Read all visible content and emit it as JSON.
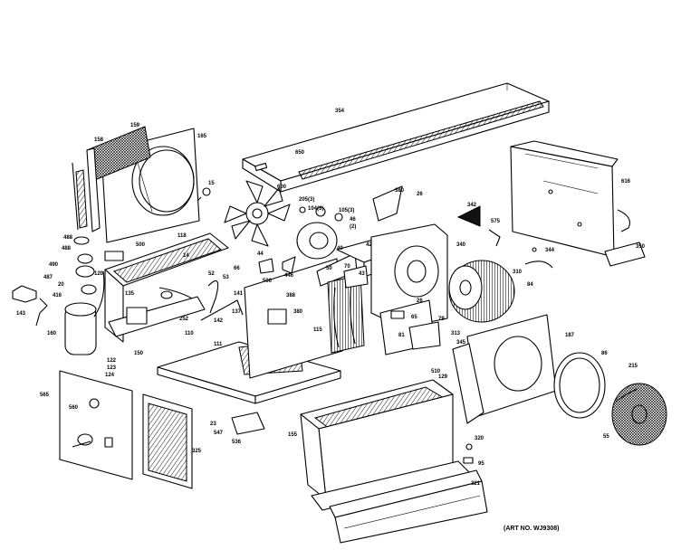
{
  "diagram": {
    "art_number": "(ART NO. WJ9308)",
    "labels": [
      {
        "id": "top-cover",
        "text": "354"
      },
      {
        "id": "top-cover-b",
        "text": "650"
      },
      {
        "id": "mesh-a",
        "text": "159"
      },
      {
        "id": "mesh-b",
        "text": "158"
      },
      {
        "id": "shroud",
        "text": "165"
      },
      {
        "id": "side-panel",
        "text": "616"
      },
      {
        "id": "screw-a",
        "text": "15"
      },
      {
        "id": "fan-blade",
        "text": "600"
      },
      {
        "id": "parts-a",
        "text": "205(3)"
      },
      {
        "id": "parts-b",
        "text": "104(3)"
      },
      {
        "id": "parts-c",
        "text": "105(3)"
      },
      {
        "id": "parts-d",
        "text": "46"
      },
      {
        "id": "parts-e",
        "text": "(2)"
      },
      {
        "id": "bracket-a",
        "text": "380"
      },
      {
        "id": "bracket-b",
        "text": "26"
      },
      {
        "id": "wedge",
        "text": "342"
      },
      {
        "id": "clip",
        "text": "575"
      },
      {
        "id": "rod",
        "text": "344"
      },
      {
        "id": "right-foot",
        "text": "350"
      },
      {
        "id": "cap-a",
        "text": "488"
      },
      {
        "id": "cap-b",
        "text": "488"
      },
      {
        "id": "cap-c",
        "text": "490"
      },
      {
        "id": "cap-d",
        "text": "487"
      },
      {
        "id": "cap-e",
        "text": "20"
      },
      {
        "id": "cap-f",
        "text": "416"
      },
      {
        "id": "valve",
        "text": "143"
      },
      {
        "id": "compressor",
        "text": "160"
      },
      {
        "id": "box",
        "text": "500"
      },
      {
        "id": "condenser",
        "text": "118"
      },
      {
        "id": "part-14",
        "text": "14"
      },
      {
        "id": "part-52",
        "text": "52"
      },
      {
        "id": "part-53",
        "text": "53"
      },
      {
        "id": "part-120",
        "text": "120"
      },
      {
        "id": "part-135",
        "text": "135"
      },
      {
        "id": "part-141",
        "text": "141"
      },
      {
        "id": "part-142",
        "text": "142"
      },
      {
        "id": "part-137",
        "text": "137"
      },
      {
        "id": "part-252",
        "text": "252"
      },
      {
        "id": "part-150",
        "text": "150"
      },
      {
        "id": "part-122",
        "text": "122"
      },
      {
        "id": "part-123",
        "text": "123"
      },
      {
        "id": "part-124",
        "text": "124"
      },
      {
        "id": "part-110",
        "text": "110"
      },
      {
        "id": "part-111",
        "text": "111"
      },
      {
        "id": "part-66",
        "text": "66"
      },
      {
        "id": "part-44",
        "text": "44"
      },
      {
        "id": "part-446",
        "text": "446"
      },
      {
        "id": "part-506",
        "text": "506"
      },
      {
        "id": "part-388",
        "text": "388"
      },
      {
        "id": "part-380b",
        "text": "380"
      },
      {
        "id": "part-50",
        "text": "50"
      },
      {
        "id": "part-70",
        "text": "70"
      },
      {
        "id": "part-40",
        "text": "40"
      },
      {
        "id": "part-42",
        "text": "42"
      },
      {
        "id": "part-43",
        "text": "43"
      },
      {
        "id": "evap-coil",
        "text": "115"
      },
      {
        "id": "blower",
        "text": "340"
      },
      {
        "id": "motor",
        "text": "26"
      },
      {
        "id": "part-310",
        "text": "310"
      },
      {
        "id": "part-84",
        "text": "84"
      },
      {
        "id": "part-65",
        "text": "65"
      },
      {
        "id": "part-79",
        "text": "79"
      },
      {
        "id": "part-313",
        "text": "313"
      },
      {
        "id": "part-81",
        "text": "81"
      },
      {
        "id": "part-345",
        "text": "345"
      },
      {
        "id": "part-510",
        "text": "510"
      },
      {
        "id": "housing",
        "text": "187"
      },
      {
        "id": "ring",
        "text": "86"
      },
      {
        "id": "grille",
        "text": "215"
      },
      {
        "id": "grille-b",
        "text": "55"
      },
      {
        "id": "front-panel",
        "text": "129"
      },
      {
        "id": "front-a",
        "text": "155"
      },
      {
        "id": "front-b",
        "text": "320"
      },
      {
        "id": "front-c",
        "text": "321"
      },
      {
        "id": "knob",
        "text": "95"
      },
      {
        "id": "ctrl-panel",
        "text": "565"
      },
      {
        "id": "ctrl-knob",
        "text": "560"
      },
      {
        "id": "frame",
        "text": "325"
      },
      {
        "id": "bracket-c",
        "text": "547"
      },
      {
        "id": "bracket-d",
        "text": "536"
      },
      {
        "id": "foot-a",
        "text": "23"
      }
    ]
  }
}
